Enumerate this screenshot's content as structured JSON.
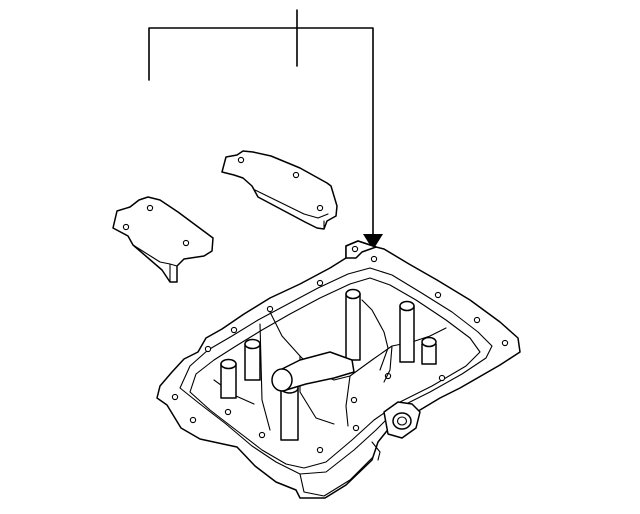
{
  "diagram": {
    "style": "monochrome line-art exploded parts view",
    "stroke_color": "#000000",
    "background": "#ffffff",
    "parts": [
      {
        "id": "upper-gasket-plate",
        "callout": ""
      },
      {
        "id": "lower-gasket-plate",
        "callout": ""
      },
      {
        "id": "oil-pan",
        "callout": ""
      }
    ],
    "callouts": []
  }
}
